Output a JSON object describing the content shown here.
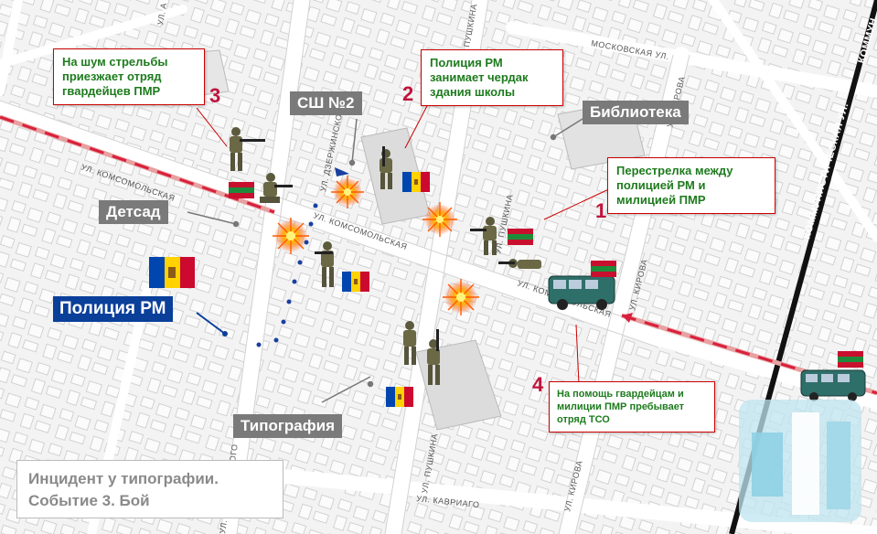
{
  "streets": {
    "komsomolskaya": "УЛ. КОМСОМОЛЬСКАЯ",
    "komsomolskaya_2": "УЛ. КОМСОМОЛЬСКАЯ",
    "komsomolskaya_3": "УЛ. КОМСОМОЛЬСКАЯ",
    "dzerzhinskogo": "УЛ. ДЗЕРЖИНСКОГО",
    "dzerzhinskogo_2": "УЛ. ДЗЕРЖИНСКОГО",
    "pushkina": "УЛ. ПУШКИНА",
    "pushkina_2": "УЛ. ПУШКИНА",
    "pushkina_3": "УЛ. ПУШКИНА",
    "moskovskaya": "МОСКОВСКАЯ УЛ.",
    "kirova": "УЛ. КИРОВА",
    "kirova_2": "УЛ. КИРОВА",
    "kirova_3": "УЛ. КИРОВА",
    "kommunisticheskaya": "КОММУНИСТИЧЕСКАЯ УЛ.",
    "kommunisticheskaya_2": "КОММУН",
    "kavriago": "УЛ. КАВРИАГО",
    "top_street": "УЛ. А"
  },
  "places": {
    "school": "СШ №2",
    "library": "Библиотека",
    "kindergarten": "Детсад",
    "printing": "Типография"
  },
  "police_label": "Полиция РМ",
  "callouts": {
    "c1": "Перестрелка между полицией РМ и милицией ПМР",
    "c2": "Полиция РМ занимает чердак здания школы",
    "c3": "На шум стрельбы приезжает отряд гвардейцев ПМР",
    "c4": "На помощь гвардейцам и милиции ПМР пребывает отряд ТСО"
  },
  "numbers": {
    "n1": "1",
    "n2": "2",
    "n3": "3",
    "n4": "4"
  },
  "caption": {
    "line1": "Инцидент у типографии.",
    "line2": "Событие 3. Бой"
  },
  "colors": {
    "pmr_red": "#c8102e",
    "pmr_green": "#1e8b3a",
    "md_blue": "#0046ae",
    "md_yellow": "#ffd200",
    "md_red": "#cc092f",
    "callout_text": "#1e7b1e",
    "number_red": "#c0143c",
    "vehicle": "#2f6f6a"
  }
}
